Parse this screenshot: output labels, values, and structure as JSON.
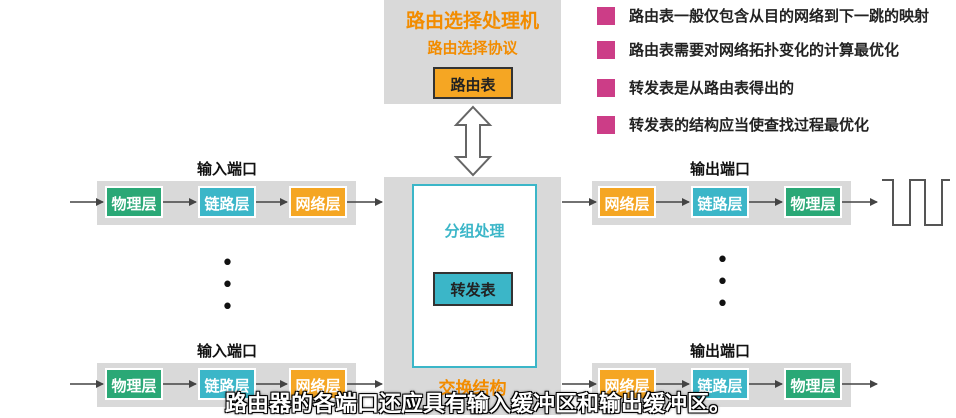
{
  "routing_processor": {
    "title": "路由选择处理机",
    "protocol": "路由选择协议",
    "table": "路由表"
  },
  "switch_fabric": {
    "process_label": "分组处理",
    "forward_table": "转发表",
    "label": "交换结构"
  },
  "input_port_title": "输入端口",
  "output_port_title": "输出端口",
  "layers": {
    "physical": "物理层",
    "link": "链路层",
    "network": "网络层"
  },
  "dots": "•",
  "legend": [
    "路由表一般仅包含从目的网络到下一跳的映射",
    "路由表需要对网络拓扑变化的计算最优化",
    "转发表是从路由表得出的",
    "转发表的结构应当使查找过程最优化"
  ],
  "colors": {
    "legend_square": "#cc3d87",
    "physical": "#2aa876",
    "link": "#3bb6c8",
    "network": "#f5a623",
    "title_orange": "#f28c00"
  },
  "subtitle": "路由器的各端口还应具有输入缓冲区和输出缓冲区。"
}
